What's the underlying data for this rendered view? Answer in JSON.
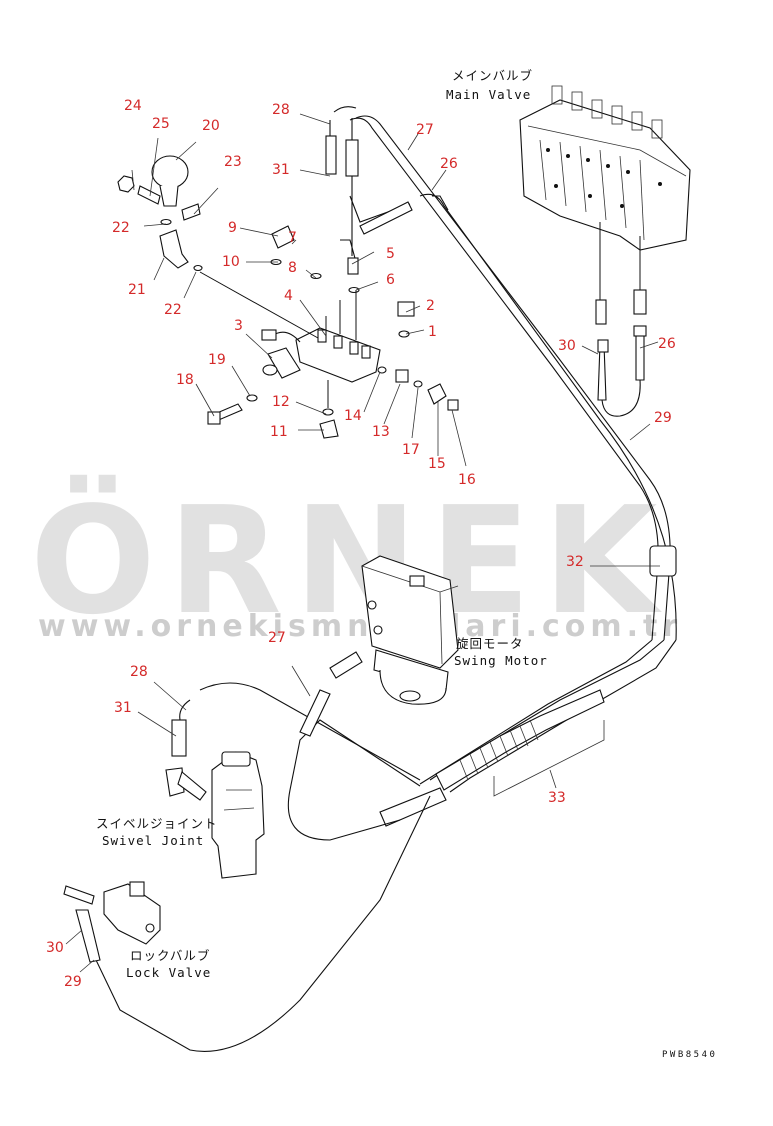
{
  "drawing_code": "PWB8540",
  "watermark": {
    "brand": "ÖRNEK",
    "url": "www.orneki̇smnkhalari.com.tr"
  },
  "components": {
    "main_valve": {
      "jp": "メインバルブ",
      "en": "Main Valve"
    },
    "swing_motor": {
      "jp": "旋回モータ",
      "en": "Swing Motor"
    },
    "swivel_joint": {
      "jp": "スイベルジョイント",
      "en": "Swivel Joint"
    },
    "lock_valve": {
      "jp": "ロックバルブ",
      "en": "Lock Valve"
    }
  },
  "part_numbers": {
    "p1": "1",
    "p2": "2",
    "p3": "3",
    "p4": "4",
    "p5": "5",
    "p6": "6",
    "p7": "7",
    "p8": "8",
    "p9": "9",
    "p10": "10",
    "p11": "11",
    "p12": "12",
    "p13": "13",
    "p14": "14",
    "p15": "15",
    "p16": "16",
    "p17": "17",
    "p18": "18",
    "p19": "19",
    "p20": "20",
    "p21": "21",
    "p22a": "22",
    "p22b": "22",
    "p23": "23",
    "p24": "24",
    "p25": "25",
    "p26a": "26",
    "p26b": "26",
    "p27a": "27",
    "p27b": "27",
    "p28a": "28",
    "p28b": "28",
    "p29a": "29",
    "p29b": "29",
    "p30a": "30",
    "p30b": "30",
    "p31a": "31",
    "p31b": "31",
    "p32": "32",
    "p33": "33"
  },
  "colors": {
    "callout": "#d42a2a",
    "line": "#111111",
    "watermark": "#c9c9c9",
    "watermark_accent": "#f3d27a"
  }
}
